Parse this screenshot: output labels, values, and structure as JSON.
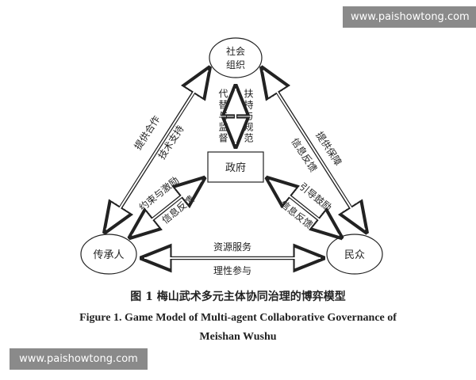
{
  "watermark": {
    "top": "www.paishowtong.com",
    "bottom": "www.paishowtong.com"
  },
  "nodes": {
    "society_line1": "社会",
    "society_line2": "组织",
    "government": "政府",
    "inheritor": "传承人",
    "public": "民众"
  },
  "edges": {
    "society_gov_left": "代替与监督",
    "society_gov_right": "扶持与规范",
    "society_inheritor_outer": "提供合作",
    "society_inheritor_inner": "技术支持",
    "society_public_outer": "提供保障",
    "society_public_inner": "信息反馈",
    "gov_inheritor_upper": "约束与激励",
    "gov_inheritor_lower": "信息反馈",
    "gov_public_upper": "引导鼓励",
    "gov_public_lower": "信息反馈",
    "inheritor_public_top": "资源服务",
    "inheritor_public_bottom": "理性参与"
  },
  "caption": {
    "chinese": "图 1   梅山武术多元主体协同治理的博弈模型",
    "english_line1": "Figure 1.    Game Model of Multi-agent Collaborative Governance of",
    "english_line2": "Meishan Wushu"
  }
}
